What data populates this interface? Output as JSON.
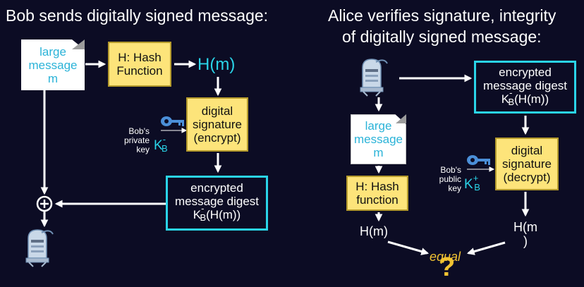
{
  "left": {
    "heading": "Bob sends digitally signed message:",
    "message_doc": [
      "large",
      "message",
      "m"
    ],
    "hash_box": [
      "H: Hash",
      "Function"
    ],
    "hm_label": "H(m)",
    "sign_box": [
      "digital",
      "signature",
      "(encrypt)"
    ],
    "key_caption": [
      "Bob's",
      "private",
      "key"
    ],
    "key_symbol": {
      "base": "K",
      "sup": "-",
      "sub": "B"
    },
    "digest_box": {
      "line1": "encrypted",
      "line2": "message digest",
      "formula_tail": "(H(m))"
    },
    "plus_symbol": "+"
  },
  "right": {
    "heading_line1": "Alice verifies signature, integrity",
    "heading_line2": "of digitally signed message:",
    "digest_box": {
      "line1": "encrypted",
      "line2": "message digest",
      "formula_tail": "(H(m))"
    },
    "message_doc": [
      "large",
      "message",
      "m"
    ],
    "verify_box": [
      "digital",
      "signature",
      "(decrypt)"
    ],
    "key_caption": [
      "Bob's",
      "public",
      "key"
    ],
    "key_symbol": {
      "base": "K",
      "sup": "+",
      "sub": "B"
    },
    "hash_box": [
      "H: Hash",
      "function"
    ],
    "hm_left": "H(m)",
    "hm_right_line1": "H(m",
    "hm_right_line2": ")",
    "equal": "equal",
    "question": "?"
  },
  "digest_key": {
    "base": "K",
    "sup": "-",
    "sub": "B"
  },
  "colors": {
    "background": "#0c0c24",
    "accent_cyan": "#2ad4e8",
    "box_yellow": "#fde47a",
    "key_blue": "#4b8fd8",
    "equal_gold": "#f1c232"
  },
  "icons": [
    "key-icon",
    "mailbox-icon",
    "document-icon",
    "plus-circle-icon"
  ]
}
